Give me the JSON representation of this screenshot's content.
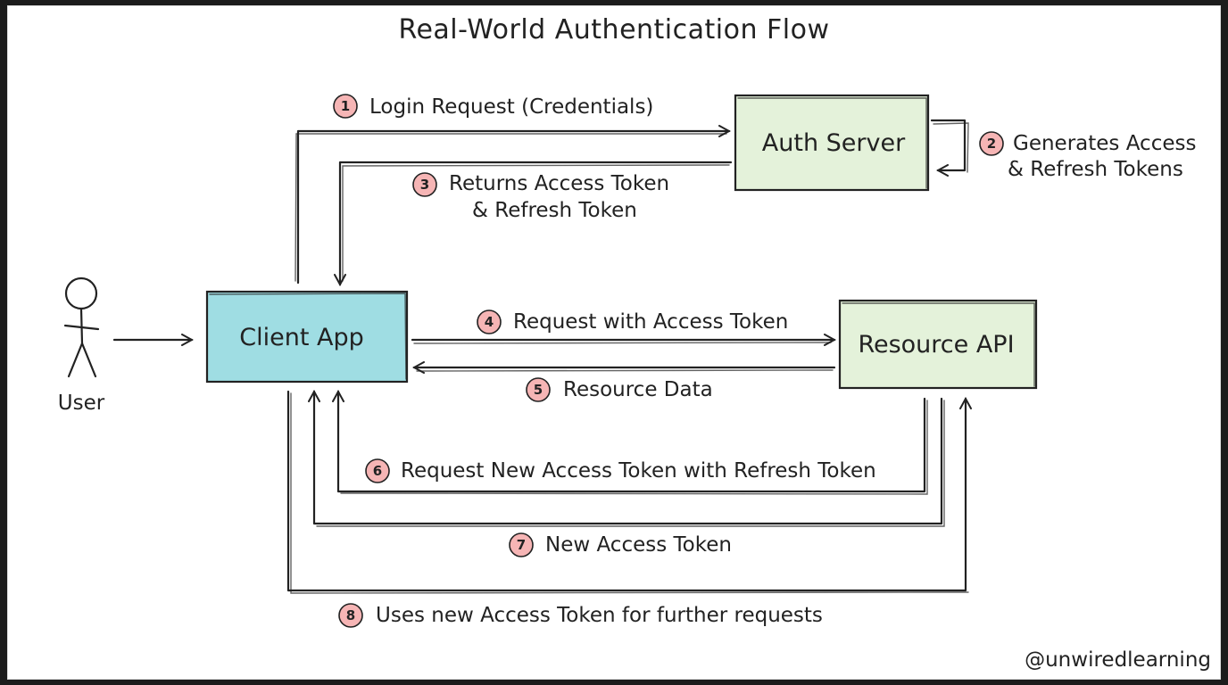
{
  "title": "Real-World Authentication Flow",
  "actors": {
    "user": "User",
    "client": "Client App",
    "auth": "Auth Server",
    "resource": "Resource API"
  },
  "steps": [
    {
      "num": "1",
      "text": "Login Request (Credentials)"
    },
    {
      "num": "2",
      "text": "Generates Access",
      "text2": "& Refresh Tokens"
    },
    {
      "num": "3",
      "text": "Returns Access Token",
      "text2": "& Refresh Token"
    },
    {
      "num": "4",
      "text": "Request with Access Token"
    },
    {
      "num": "5",
      "text": "Resource Data"
    },
    {
      "num": "6",
      "text": "Request New Access Token with Refresh Token"
    },
    {
      "num": "7",
      "text": "New Access Token"
    },
    {
      "num": "8",
      "text": "Uses new Access Token for further requests"
    }
  ],
  "credit": "@unwiredlearning",
  "colors": {
    "client_fill": "#9fdde3",
    "server_fill": "#e4f2da",
    "badge_fill": "#f6b5b5",
    "ink": "#222222"
  }
}
